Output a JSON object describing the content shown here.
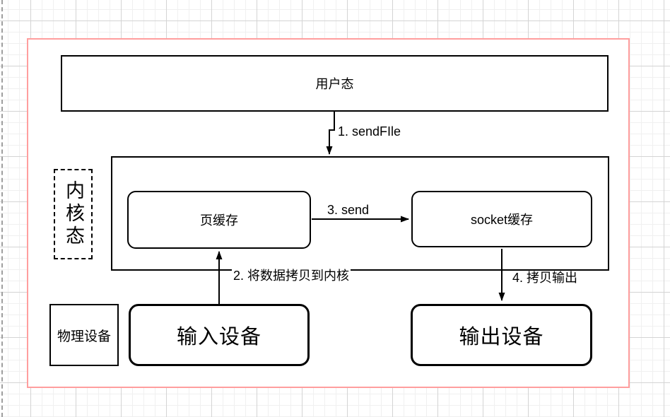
{
  "nodes": {
    "user_mode": {
      "label": "用户态"
    },
    "kernel_mode": {
      "label": "内核态"
    },
    "page_cache": {
      "label": "页缓存"
    },
    "socket_buffer": {
      "label": "socket缓存"
    },
    "physical_device": {
      "label": "物理设备"
    },
    "input_device": {
      "label": "输入设备"
    },
    "output_device": {
      "label": "输出设备"
    }
  },
  "edges": [
    {
      "label": "1. sendFIle"
    },
    {
      "label": "2. 将数据拷贝到内核"
    },
    {
      "label": "3. send"
    },
    {
      "label": "4. 拷贝输出"
    }
  ],
  "colors": {
    "page_border": "#ff9e9e",
    "shape_stroke": "#000000",
    "shape_fill": "#ffffff",
    "grid_minor": "#f0f0f0",
    "grid_major": "#d4d4d4",
    "page_divider": "#9e9e9e"
  }
}
